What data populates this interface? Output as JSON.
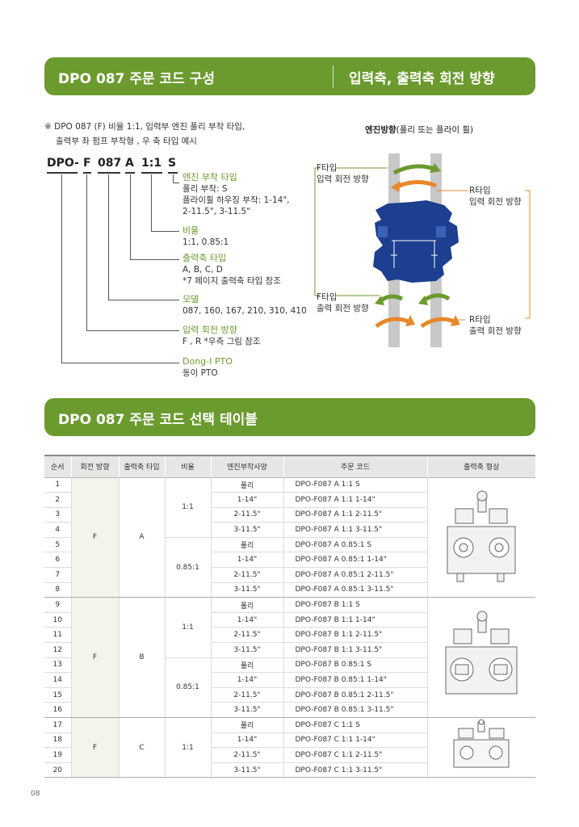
{
  "banner1": {
    "left": "DPO 087 주문 코드 구성",
    "right": "입력축, 출력축 회전 방향"
  },
  "banner2": {
    "title": "DPO 087 주문 코드 선택 테이블"
  },
  "note": {
    "line1": "※ DPO 087 (F) 비율 1:1, 입력부 엔진 풀리 부착 타입,",
    "line2": "출력부 좌 펌프 부착형 , 우 축 타입 예시"
  },
  "code": {
    "p1": "DPO-",
    "p2": "F",
    "p3": "087",
    "p4": "A",
    "p5": "1:1",
    "p6": "S"
  },
  "labels": {
    "engine": {
      "title": "엔진 부착 타입",
      "l1": "풀리 부착: S",
      "l2": "플라이휠 하우징 부착: 1-14\",",
      "l3": "2-11.5\", 3-11.5\""
    },
    "ratio": {
      "title": "비율",
      "l1": "1:1, 0.85:1"
    },
    "output": {
      "title": "출력축 타입",
      "l1": "A, B, C, D",
      "l2": "*7 페이지 출력축 타입 참조"
    },
    "model": {
      "title": "모델",
      "l1": "087, 160, 167, 210, 310, 410"
    },
    "rotation": {
      "title": "입력 회전 방향",
      "l1": "F , R *우측 그림 참조"
    },
    "brand": {
      "title": "Dong-I PTO",
      "l1": "동이 PTO"
    }
  },
  "diagram": {
    "title_bold": "엔진방향",
    "title_rest": "(풀리 또는 플라이 휠)",
    "f_in": {
      "l1": "F타입",
      "l2": "입력 회전 방향"
    },
    "r_in": {
      "l1": "R타입",
      "l2": "입력 회전 방향"
    },
    "f_out": {
      "l1": "F타입",
      "l2": "출력 회전 방향"
    },
    "r_out": {
      "l1": "R타입",
      "l2": "출력 회전 방향"
    }
  },
  "table": {
    "headers": [
      "순서",
      "회전 방향",
      "출력축 타입",
      "비율",
      "엔진부착사양",
      "주문 코드",
      "출력축 형상"
    ],
    "rows": [
      [
        "1",
        "풀리",
        "DPO-F087 A 1:1 S"
      ],
      [
        "2",
        "1-14\"",
        "DPO-F087 A 1:1 1-14\""
      ],
      [
        "3",
        "2-11.5\"",
        "DPO-F087 A 1:1 2-11.5\""
      ],
      [
        "4",
        "3-11.5\"",
        "DPO-F087 A 1:1 3-11.5\""
      ],
      [
        "5",
        "풀리",
        "DPO-F087 A 0.85:1 S"
      ],
      [
        "6",
        "1-14\"",
        "DPO-F087 A 0.85:1 1-14\""
      ],
      [
        "7",
        "2-11.5\"",
        "DPO-F087 A 0.85:1 2-11.5\""
      ],
      [
        "8",
        "3-11.5\"",
        "DPO-F087 A 0.85:1 3-11.5\""
      ],
      [
        "9",
        "풀리",
        "DPO-F087 B 1:1 S"
      ],
      [
        "10",
        "1-14\"",
        "DPO-F087 B 1:1 1-14\""
      ],
      [
        "11",
        "2-11.5\"",
        "DPO-F087 B 1:1 2-11.5\""
      ],
      [
        "12",
        "3-11.5\"",
        "DPO-F087 B 1:1 3-11.5\""
      ],
      [
        "13",
        "풀리",
        "DPO-F087 B 0.85:1 S"
      ],
      [
        "14",
        "1-14\"",
        "DPO-F087 B 0.85:1 1-14\""
      ],
      [
        "15",
        "2-11.5\"",
        "DPO-F087 B 0.85:1 2-11.5\""
      ],
      [
        "16",
        "3-11.5\"",
        "DPO-F087 B 0.85:1 3-11.5\""
      ],
      [
        "17",
        "풀리",
        "DPO-F087 C 1:1 S"
      ],
      [
        "18",
        "1-14\"",
        "DPO-F087 C 1:1 1-14\""
      ],
      [
        "19",
        "2-11.5\"",
        "DPO-F087 C 1:1 2-11.5\""
      ],
      [
        "20",
        "3-11.5\"",
        "DPO-F087 C 1:1 3-11.5\""
      ]
    ],
    "groups": [
      {
        "rotation": "F",
        "output": "A",
        "ratio_a": "1:1",
        "ratio_b": "0.85:1"
      },
      {
        "rotation": "F",
        "output": "B",
        "ratio_a": "1:1",
        "ratio_b": "0.85:1"
      },
      {
        "rotation": "F",
        "output": "C",
        "ratio_a": "1:1"
      }
    ]
  },
  "colors": {
    "green": "#6b9a2e",
    "navy": "#1c3f8f",
    "orange": "#e8872b",
    "shaft": "#c8c8c8"
  },
  "page_number": "08"
}
